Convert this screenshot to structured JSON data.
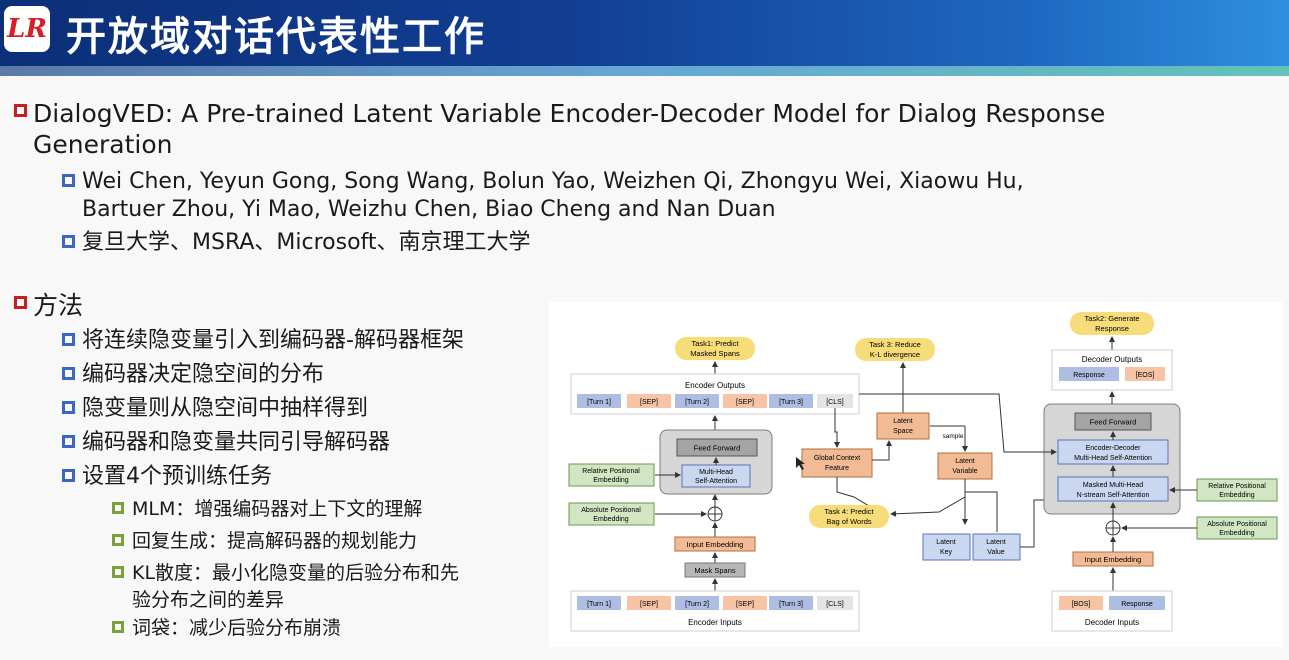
{
  "slide": {
    "logo_text": "LR",
    "title": "开放域对话代表性工作"
  },
  "paper": {
    "title_line1": "DialogVED: A Pre-trained Latent Variable Encoder-Decoder Model for Dialog Response",
    "title_line2": "Generation",
    "authors_line1": "Wei Chen, Yeyun Gong, Song Wang, Bolun Yao, Weizhen Qi, Zhongyu Wei, Xiaowu Hu,",
    "authors_line2": "Bartuer Zhou, Yi Mao, Weizhu Chen, Biao Cheng and Nan Duan",
    "affiliations": "复旦大学、MSRA、Microsoft、南京理工大学"
  },
  "method": {
    "heading": "方法",
    "items": [
      "将连续隐变量引入到编码器-解码器框架",
      "编码器决定隐空间的分布",
      "隐变量则从隐空间中抽样得到",
      "编码器和隐变量共同引导解码器",
      "设置4个预训练任务"
    ],
    "tasks": [
      "MLM：增强编码器对上下文的理解",
      "回复生成：提高解码器的规划能力",
      "KL散度：最小化隐变量的后验分布和先",
      "验分布之间的差异",
      "词袋：减少后验分布崩溃"
    ]
  },
  "figure": {
    "task1": [
      "Task1: Predict",
      "Masked Spans"
    ],
    "task2": [
      "Task2: Generate",
      "Response"
    ],
    "task3": [
      "Task 3: Reduce",
      "K-L divergence"
    ],
    "task4": [
      "Task 4: Predict",
      "Bag of Words"
    ],
    "encoder_outputs": "Encoder Outputs",
    "encoder_inputs": "Encoder Inputs",
    "decoder_outputs": "Decoder Outputs",
    "decoder_inputs": "Decoder Inputs",
    "tokens": [
      "[Turn 1]",
      "[SEP]",
      "[Turn 2]",
      "[SEP]",
      "[Turn 3]",
      "[CLS]"
    ],
    "dec_out_tokens": [
      "Response",
      "[EOS]"
    ],
    "dec_in_tokens": [
      "[BOS]",
      "Response"
    ],
    "feed_forward": "Feed Forward",
    "multi_head": [
      "Multi-Head",
      "Self-Attention"
    ],
    "enc_dec_attn": [
      "Encoder-Decoder",
      "Multi-Head Self-Attention"
    ],
    "masked_attn": [
      "Masked Multi-Head",
      "N-stream Self-Attention"
    ],
    "rel_pos": [
      "Relative Positional",
      "Embedding"
    ],
    "abs_pos": [
      "Absolute Positional",
      "Embedding"
    ],
    "input_embedding": "Input Embedding",
    "mask_spans": "Mask Spans",
    "global_context": [
      "Global Context",
      "Feature"
    ],
    "latent_space": [
      "Latent",
      "Space"
    ],
    "sample": "sample",
    "latent_variable": [
      "Latent",
      "Variable"
    ],
    "latent_key": [
      "Latent",
      "Key"
    ],
    "latent_value": [
      "Latent",
      "Value"
    ]
  }
}
